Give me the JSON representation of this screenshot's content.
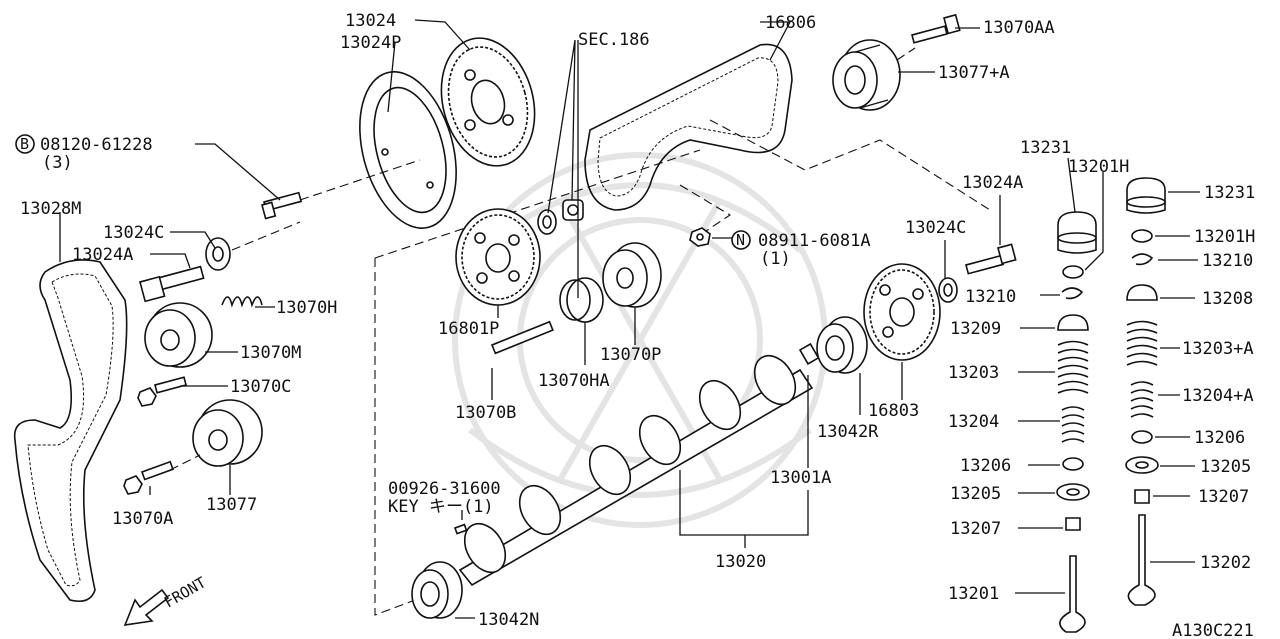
{
  "diagram": {
    "code": "A130C221",
    "front": "FRONT",
    "callouts": [
      {
        "id": "13024",
        "text": "13024"
      },
      {
        "id": "13024P",
        "text": "13024P"
      },
      {
        "id": "sec186",
        "text": "SEC.186"
      },
      {
        "id": "16806",
        "text": "16806"
      },
      {
        "id": "13070AA",
        "text": "13070AA"
      },
      {
        "id": "13077A_top",
        "text": "13077+A"
      },
      {
        "id": "bolt_b",
        "text": "08120-61228"
      },
      {
        "id": "bolt_b_qty",
        "text": "(3)"
      },
      {
        "id": "13028M",
        "text": "13028M"
      },
      {
        "id": "13024C_left",
        "text": "13024C"
      },
      {
        "id": "13024A_left",
        "text": "13024A"
      },
      {
        "id": "13070H",
        "text": "13070H"
      },
      {
        "id": "13070M",
        "text": "13070M"
      },
      {
        "id": "13070C",
        "text": "13070C"
      },
      {
        "id": "13070A",
        "text": "13070A"
      },
      {
        "id": "13077",
        "text": "13077"
      },
      {
        "id": "16801P",
        "text": "16801P"
      },
      {
        "id": "13070HA",
        "text": "13070HA"
      },
      {
        "id": "13070P",
        "text": "13070P"
      },
      {
        "id": "13070B",
        "text": "13070B"
      },
      {
        "id": "nut_n",
        "text": "08911-6081A"
      },
      {
        "id": "nut_n_qty",
        "text": "(1)"
      },
      {
        "id": "13024C_right",
        "text": "13024C"
      },
      {
        "id": "13024A_right",
        "text": "13024A"
      },
      {
        "id": "16803",
        "text": "16803"
      },
      {
        "id": "13042R",
        "text": "13042R"
      },
      {
        "id": "13001A",
        "text": "13001A"
      },
      {
        "id": "key_num",
        "text": "00926-31600"
      },
      {
        "id": "key_txt",
        "text": "KEY キー(1)"
      },
      {
        "id": "13020",
        "text": "13020"
      },
      {
        "id": "13042N",
        "text": "13042N"
      },
      {
        "id": "13231_l",
        "text": "13231"
      },
      {
        "id": "13201H_l",
        "text": "13201H"
      },
      {
        "id": "13231_r",
        "text": "13231"
      },
      {
        "id": "13201H_r",
        "text": "13201H"
      },
      {
        "id": "13210_r",
        "text": "13210"
      },
      {
        "id": "13210_l",
        "text": "13210"
      },
      {
        "id": "13208",
        "text": "13208"
      },
      {
        "id": "13209",
        "text": "13209"
      },
      {
        "id": "13203A",
        "text": "13203+A"
      },
      {
        "id": "13203",
        "text": "13203"
      },
      {
        "id": "13204A",
        "text": "13204+A"
      },
      {
        "id": "13204",
        "text": "13204"
      },
      {
        "id": "13206_r",
        "text": "13206"
      },
      {
        "id": "13206_l",
        "text": "13206"
      },
      {
        "id": "13205_r",
        "text": "13205"
      },
      {
        "id": "13205_l",
        "text": "13205"
      },
      {
        "id": "13207_r",
        "text": "13207"
      },
      {
        "id": "13207_l",
        "text": "13207"
      },
      {
        "id": "13202",
        "text": "13202"
      },
      {
        "id": "13201",
        "text": "13201"
      }
    ],
    "symbols": {
      "bolt": "B",
      "nut": "N"
    }
  }
}
